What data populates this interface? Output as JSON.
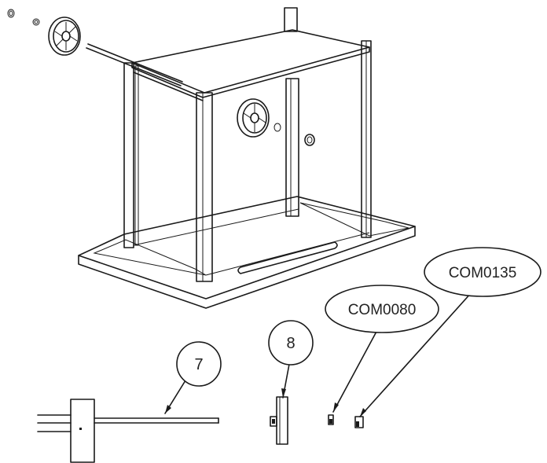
{
  "callouts": {
    "part_7": "7",
    "part_8": "8",
    "com0080": "COM0080",
    "com0135": "COM0135"
  }
}
